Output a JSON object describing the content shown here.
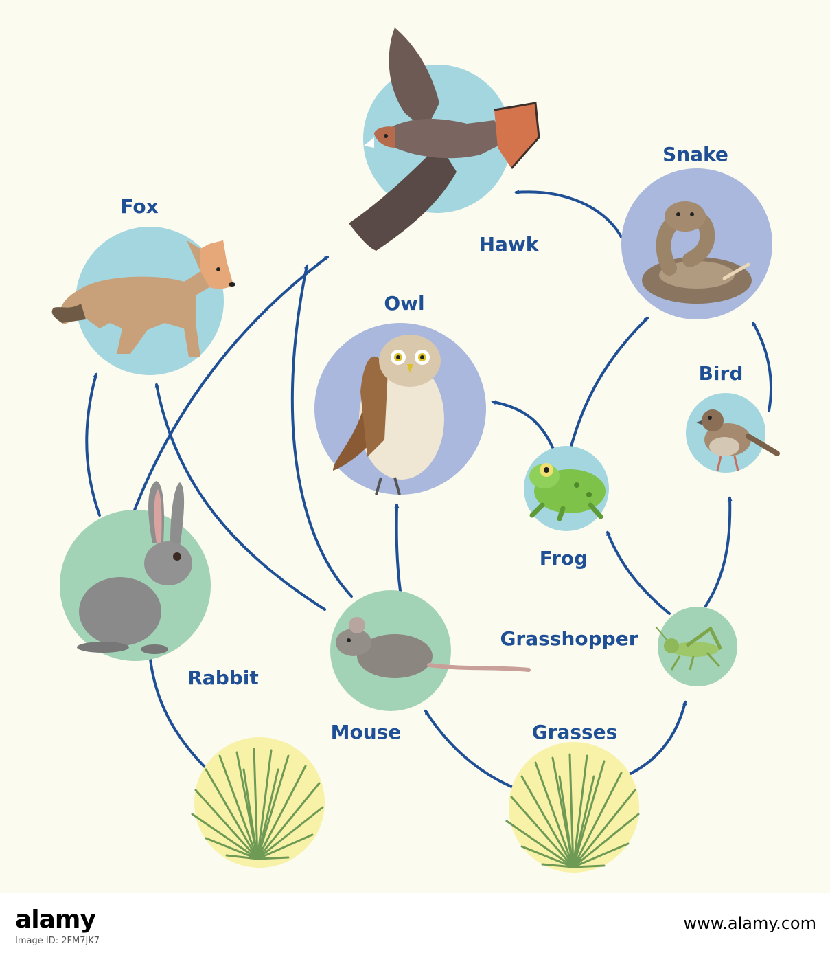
{
  "colors": {
    "background": "#fcfbef",
    "label": "#1f4f95",
    "arrow": "#1f4f95",
    "circle_green": "#a3d3b6",
    "circle_blue": "#a3d6de",
    "circle_purple": "#a9b8dc",
    "circle_yellow": "#f7f2a8"
  },
  "organisms": [
    {
      "id": "fox",
      "label": "Fox",
      "circle": "#a3d6de",
      "icon": "fox-icon"
    },
    {
      "id": "hawk",
      "label": "Hawk",
      "circle": "#a3d6de",
      "icon": "hawk-icon"
    },
    {
      "id": "snake",
      "label": "Snake",
      "circle": "#a9b8dc",
      "icon": "snake-icon"
    },
    {
      "id": "owl",
      "label": "Owl",
      "circle": "#a9b8dc",
      "icon": "owl-icon"
    },
    {
      "id": "bird",
      "label": "Bird",
      "circle": "#a3d6de",
      "icon": "bird-icon"
    },
    {
      "id": "frog",
      "label": "Frog",
      "circle": "#a3d6de",
      "icon": "frog-icon"
    },
    {
      "id": "rabbit",
      "label": "Rabbit",
      "circle": "#a3d3b6",
      "icon": "rabbit-icon"
    },
    {
      "id": "mouse",
      "label": "Mouse",
      "circle": "#a3d3b6",
      "icon": "mouse-icon"
    },
    {
      "id": "grasshopper",
      "label": "Grasshopper",
      "circle": "#a3d3b6",
      "icon": "grasshopper-icon"
    },
    {
      "id": "grasses",
      "label": "Grasses",
      "circle": "#f7f2a8",
      "icon": "grass-icon"
    }
  ],
  "energy_flows": [
    {
      "from": "grass-left",
      "to": "rabbit"
    },
    {
      "from": "grasses",
      "to": "mouse"
    },
    {
      "from": "grasses",
      "to": "grasshopper"
    },
    {
      "from": "rabbit",
      "to": "fox"
    },
    {
      "from": "rabbit",
      "to": "hawk"
    },
    {
      "from": "mouse",
      "to": "fox"
    },
    {
      "from": "mouse",
      "to": "hawk"
    },
    {
      "from": "mouse",
      "to": "owl"
    },
    {
      "from": "grasshopper",
      "to": "frog"
    },
    {
      "from": "grasshopper",
      "to": "bird"
    },
    {
      "from": "frog",
      "to": "owl"
    },
    {
      "from": "frog",
      "to": "snake"
    },
    {
      "from": "bird",
      "to": "snake"
    },
    {
      "from": "snake",
      "to": "hawk"
    }
  ],
  "footer": {
    "logo": "alamy",
    "image_id": "Image ID: 2FM7JK7",
    "site": "www.alamy.com"
  }
}
